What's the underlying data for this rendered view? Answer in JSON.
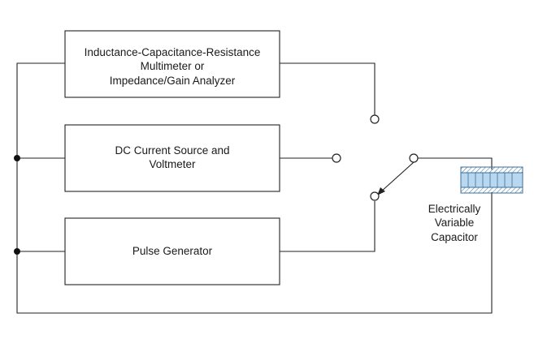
{
  "boxes": {
    "lcr": {
      "line1": "Inductance-Capacitance-Resistance",
      "line2": "Multimeter or",
      "line3": "Impedance/Gain Analyzer"
    },
    "dc": {
      "line1": "DC Current Source and",
      "line2": "Voltmeter"
    },
    "pulse": {
      "line1": "Pulse Generator"
    }
  },
  "capacitor": {
    "line1": "Electrically",
    "line2": "Variable",
    "line3": "Capacitor",
    "fill_color": "#b9d7ee",
    "stroke_color": "#3a6f9a"
  }
}
